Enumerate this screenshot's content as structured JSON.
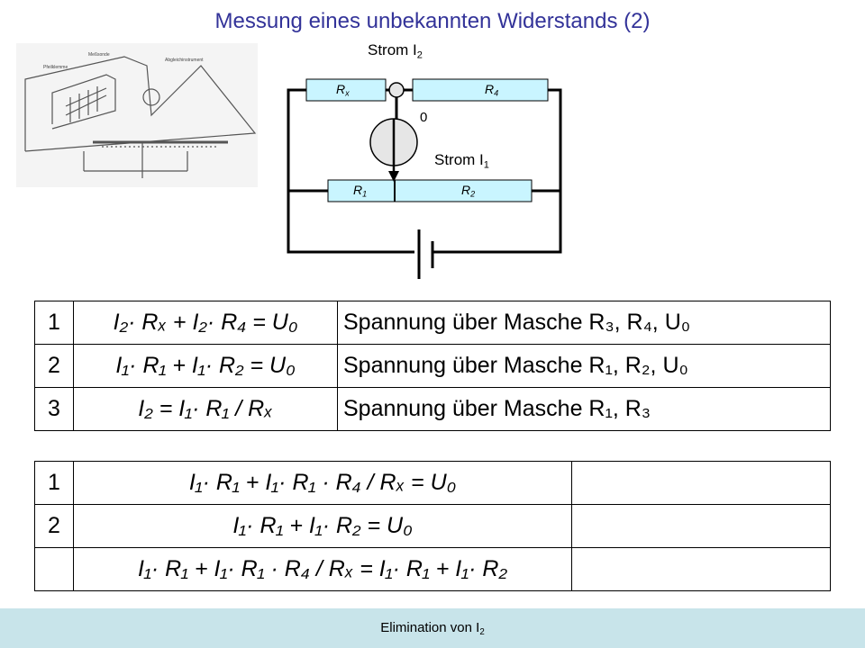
{
  "title": "Messung eines unbekannten Widerstands (2)",
  "sketch": {
    "labels": [
      "Meßsonde",
      "Pfeilklemme",
      "Abgleichinstrument"
    ]
  },
  "circuit": {
    "strom_i2": "Strom I",
    "strom_i2_sub": "2",
    "strom_i1": "Strom I",
    "strom_i1_sub": "1",
    "zero": "0",
    "rx": "R",
    "rx_sub": "x",
    "r4": "R",
    "r4_sub": "4",
    "r1": "R",
    "r1_sub": "1",
    "r2": "R",
    "r2_sub": "2"
  },
  "table1": {
    "rows": [
      {
        "num": "1",
        "equation": "I₂· Rₓ + I₂· R₄ = U₀",
        "description": "Spannung über Masche R₃, R₄, U₀"
      },
      {
        "num": "2",
        "equation": "I₁· R₁ + I₁· R₂ = U₀",
        "description": "Spannung über Masche R₁, R₂, U₀"
      },
      {
        "num": "3",
        "equation": "I₂ = I₁· R₁ / Rₓ",
        "description": "Spannung über Masche R₁, R₃"
      }
    ]
  },
  "table2": {
    "rows": [
      {
        "num": "1",
        "equation": "I₁· R₁ + I₁· R₁ · R₄ / Rₓ = U₀",
        "note": ""
      },
      {
        "num": "2",
        "equation": "I₁· R₁ + I₁· R₂ = U₀",
        "note": ""
      },
      {
        "num": "",
        "equation": "I₁· R₁ + I₁· R₁ · R₄ / Rₓ = I₁· R₁ + I₁· R₂",
        "note": ""
      }
    ]
  },
  "footer": {
    "text": "Elimination von I",
    "sub": "2"
  },
  "colors": {
    "title": "#333399",
    "resistor_fill": "#c9f5ff",
    "footer_bar": "#c8e4ea"
  }
}
